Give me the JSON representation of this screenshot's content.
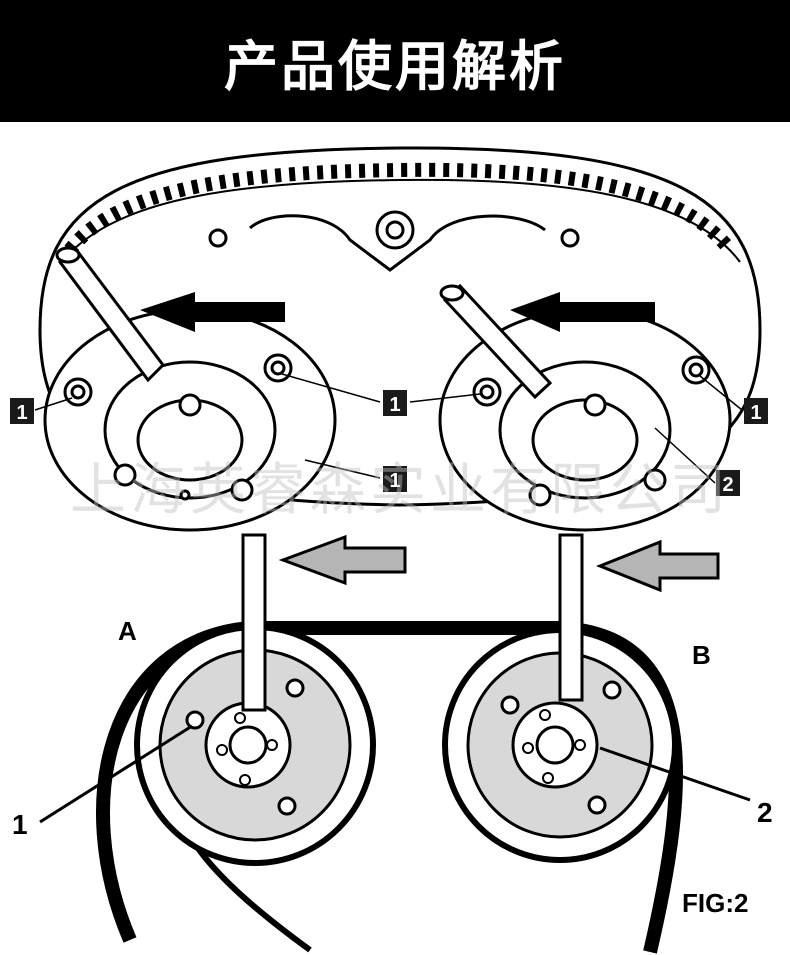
{
  "header": {
    "title": "产品使用解析"
  },
  "watermark": "上海英睿森实业有限公司",
  "top_view": {
    "callouts": [
      "1",
      "1",
      "1",
      "1",
      "2"
    ]
  },
  "bottom_view": {
    "label_a": "A",
    "label_b": "B",
    "label_1": "1",
    "label_2": "2",
    "figure_caption": "FIG:2"
  },
  "colors": {
    "title_bg": "#000000",
    "title_fg": "#ffffff",
    "arrow_gray": "#b5b5b5",
    "hub_gray": "#d8d8d8"
  }
}
